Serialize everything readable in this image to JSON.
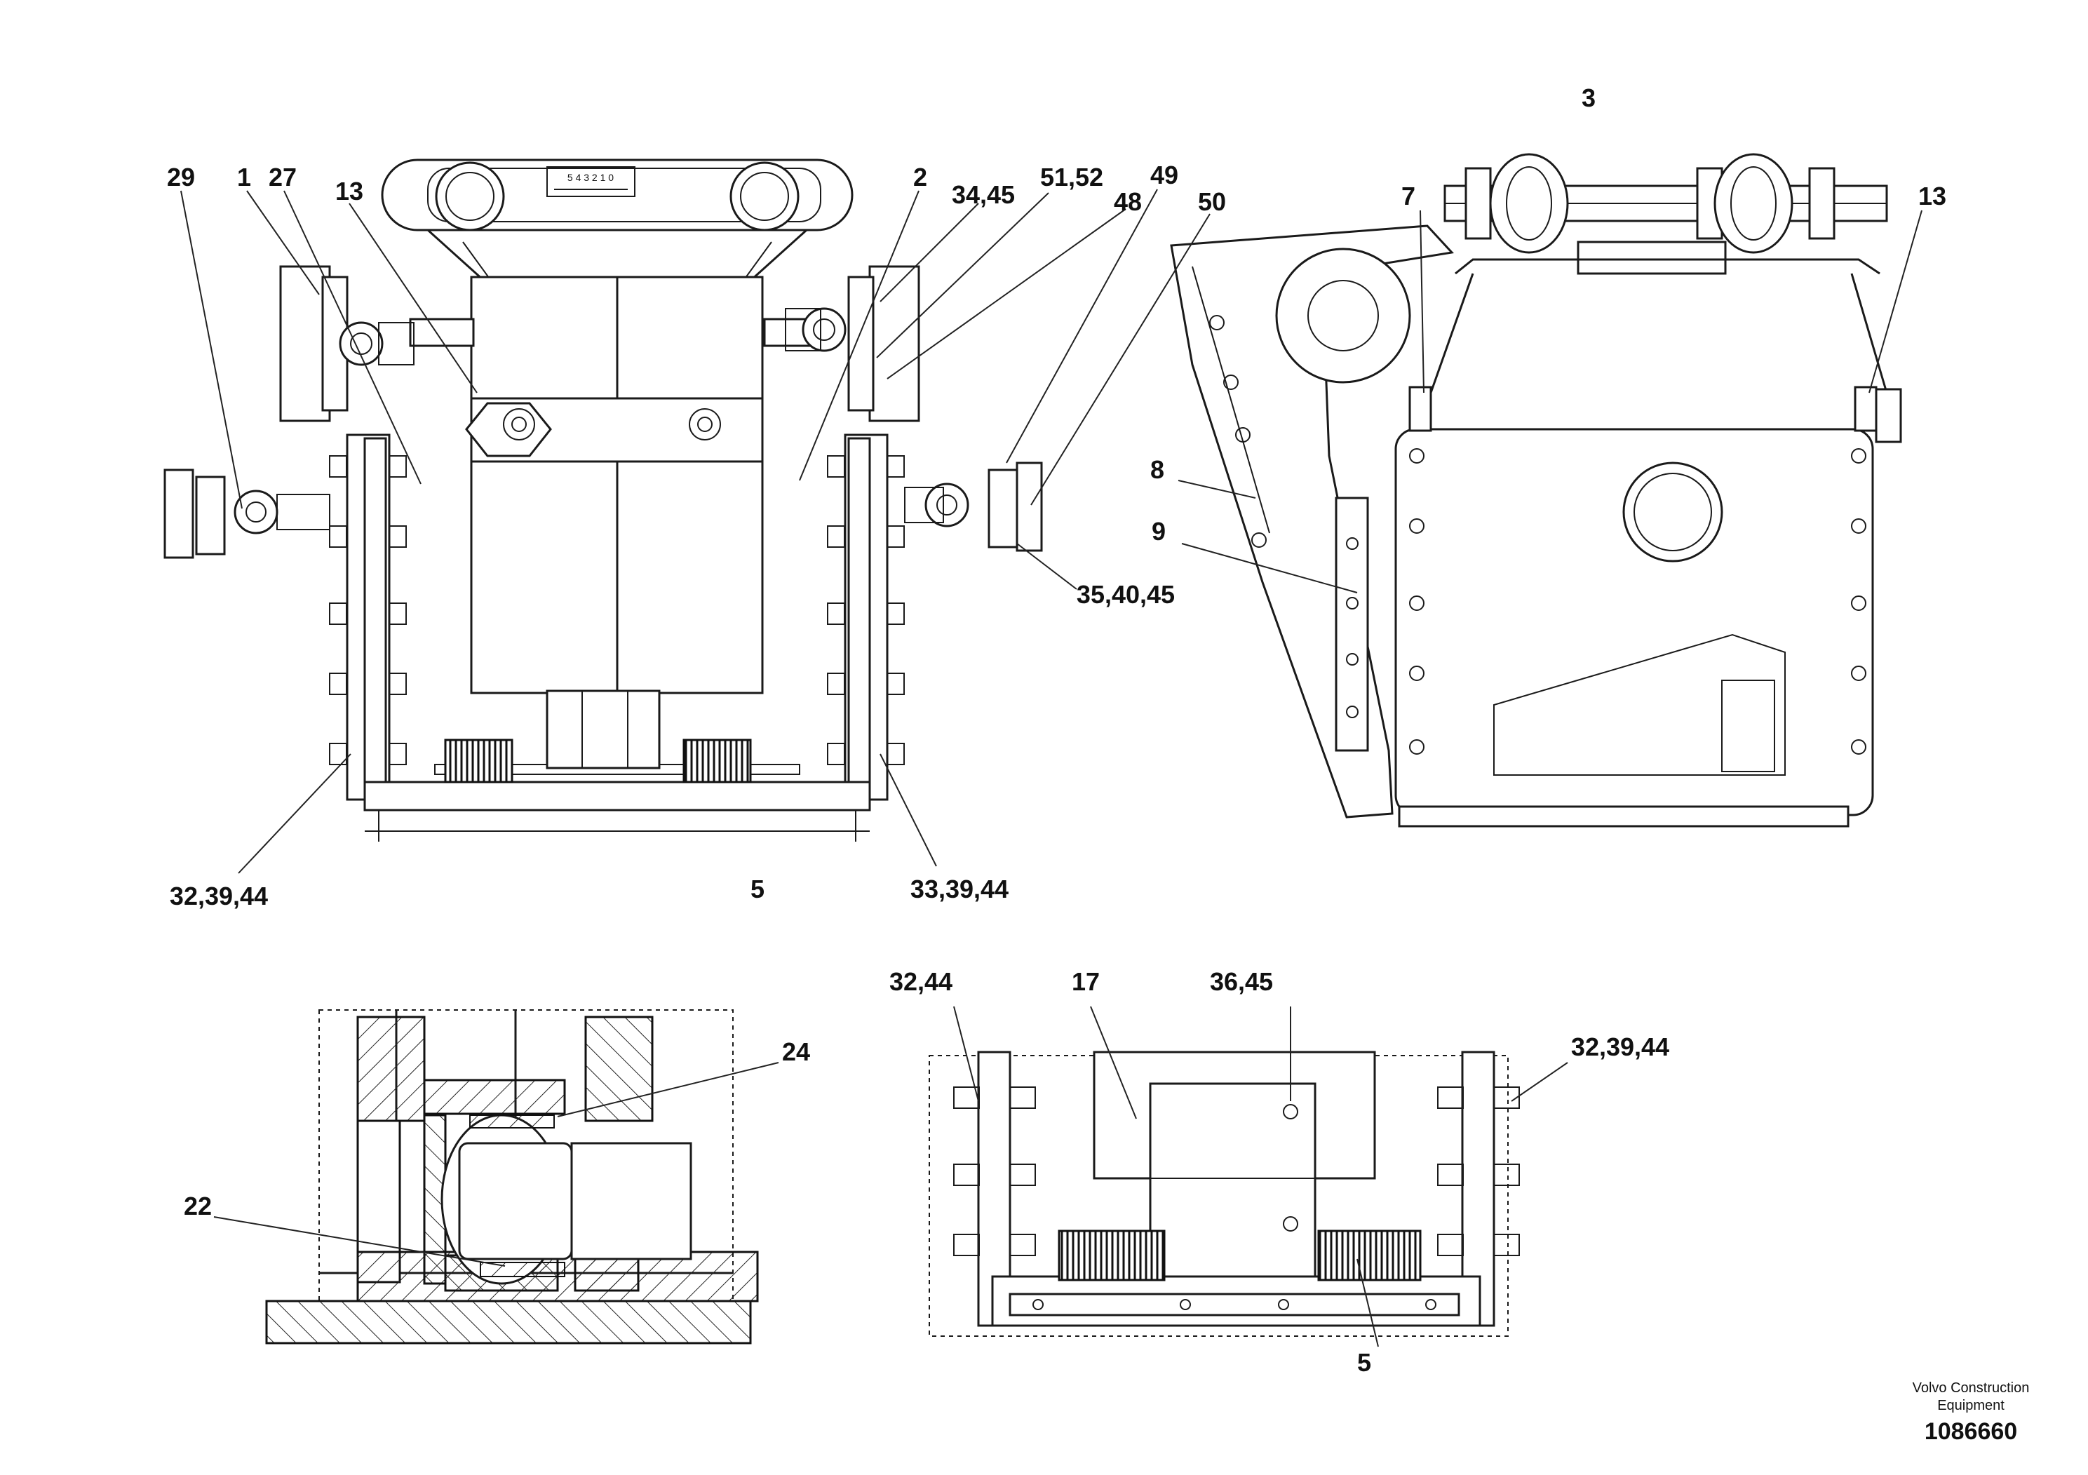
{
  "views": {
    "front": {
      "callouts": [
        "29",
        "1",
        "27",
        "13",
        "2",
        "34,45",
        "51,52",
        "48",
        "49",
        "50",
        "35,40,45",
        "32,39,44",
        "5",
        "33,39,44"
      ]
    },
    "side": {
      "callouts": [
        "3",
        "7",
        "13",
        "8",
        "9"
      ]
    },
    "section": {
      "callouts": [
        "24",
        "22"
      ]
    },
    "bottom": {
      "callouts": [
        "32,44",
        "17",
        "36,45",
        "32,39,44",
        "5"
      ]
    }
  },
  "scale_label": "5 4 3 2 1 0",
  "footer": {
    "brand_line1": "Volvo Construction",
    "brand_line2": "Equipment",
    "part_number": "1086660"
  }
}
